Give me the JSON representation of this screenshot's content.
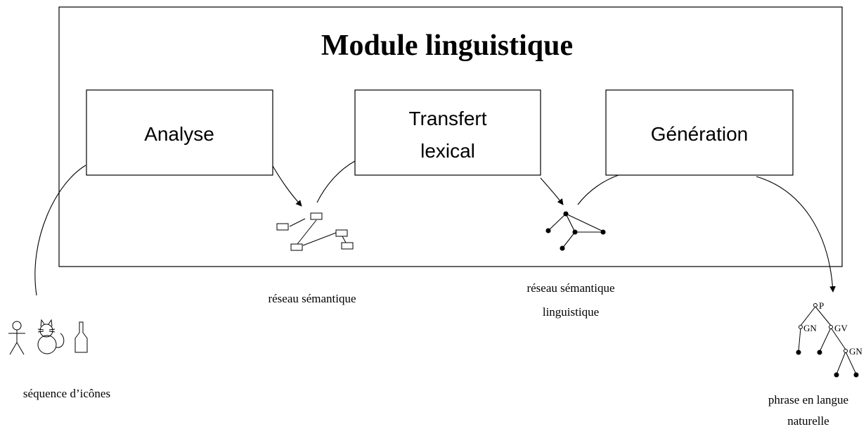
{
  "title": "Module linguistique",
  "modules": {
    "analyse": "Analyse",
    "transfert_line1": "Transfert",
    "transfert_line2": "lexical",
    "generation": "Génération"
  },
  "labels": {
    "reseau_semantique": "réseau sémantique",
    "reseau_ling_line1": "réseau sémantique",
    "reseau_ling_line2": "linguistique",
    "sequence_icones": "séquence d’icônes",
    "phrase_line1": "phrase en langue",
    "phrase_line2": "naturelle"
  },
  "tree_labels": {
    "p": "P",
    "gn1": "GN",
    "gv": "GV",
    "gn2": "GN"
  },
  "icons": [
    "person-icon",
    "cat-icon",
    "bottle-icon"
  ]
}
